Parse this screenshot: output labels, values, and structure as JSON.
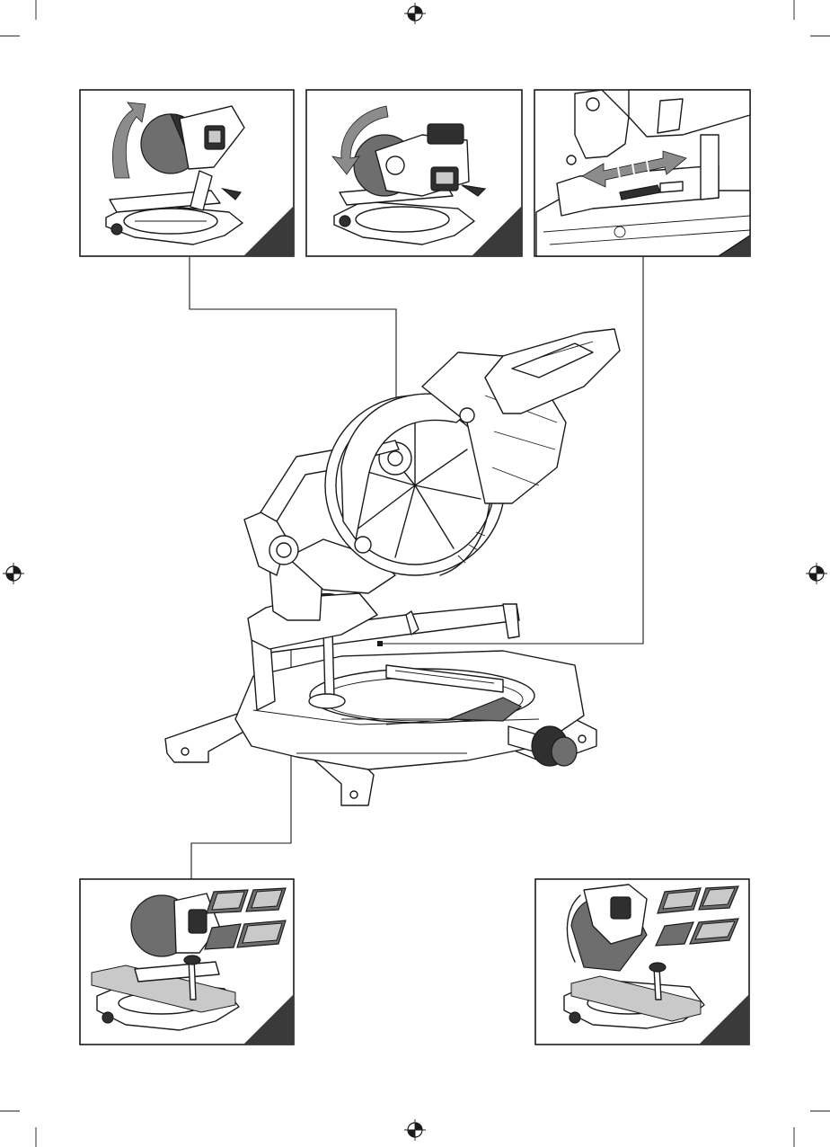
{
  "colors": {
    "ink": "#1a1a1a",
    "panel_fill": "#ffffff",
    "shading": "#6e6e6e",
    "corner_badge": "#3a3a3a"
  },
  "icons": {
    "registration_marks": "crosshair-registration-icon",
    "rotation_up": "curved-arrow-up-icon",
    "rotation_down": "curved-arrow-down-icon",
    "slide": "double-arrow-horizontal-icon",
    "wood": "wood-block-icon"
  },
  "panels": [
    {
      "id": "raise-head",
      "icon": "curved-arrow-up-icon"
    },
    {
      "id": "lower-head",
      "icon": "curved-arrow-down-icon"
    },
    {
      "id": "slide-fence",
      "icon": "double-arrow-horizontal-icon"
    },
    {
      "id": "crosscut-work",
      "icon": "wood-block-icon"
    },
    {
      "id": "bevel-cut-work",
      "icon": "wood-block-icon"
    }
  ]
}
